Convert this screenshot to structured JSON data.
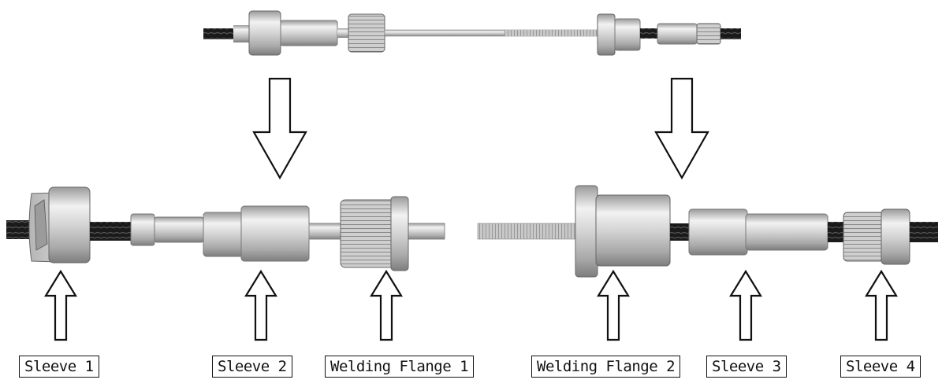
{
  "labels": {
    "sleeve_1": "Sleeve 1",
    "sleeve_2": "Sleeve 2",
    "welding_flange_1": "Welding Flange 1",
    "welding_flange_2": "Welding Flange 2",
    "sleeve_3": "Sleeve 3",
    "sleeve_4": "Sleeve 4"
  },
  "colors": {
    "metal_light": "#e6e6e6",
    "metal_dark": "#8f8f8f",
    "hose": "#1a1a1a",
    "outline": "#111111"
  }
}
